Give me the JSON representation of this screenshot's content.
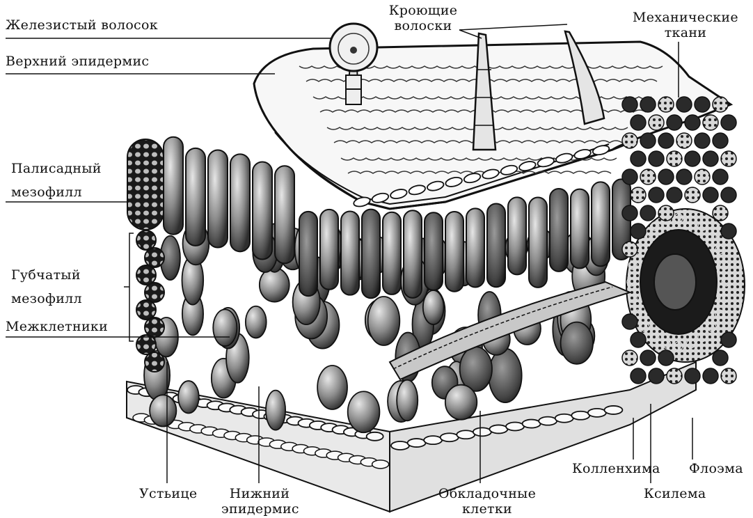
{
  "labels": {
    "glandular_hair": "Железистый волосок",
    "upper_epidermis": "Верхний эпидермис",
    "covering_hairs": [
      "Кроющие",
      "волоски"
    ],
    "mechanical_tissues": [
      "Механические",
      "ткани"
    ],
    "palisade_mesophyll": [
      "Палисадный",
      "мезофилл"
    ],
    "spongy_mesophyll": [
      "Губчатый",
      "мезофилл"
    ],
    "intercellular_spaces": "Межклетники",
    "stoma": "Устьице",
    "lower_epidermis": [
      "Нижний",
      "эпидермис"
    ],
    "bundle_sheath_cells": [
      "Обкладочные",
      "клетки"
    ],
    "collenchyma": "Колленхима",
    "phloem": "Флоэма",
    "xylem": "Ксилема"
  },
  "colors": {
    "ink": "#111111",
    "cell_dark": "#3a3a3a",
    "cell_mid": "#8a8a8a",
    "cell_light": "#cfcfcf",
    "paper": "#ffffff"
  }
}
